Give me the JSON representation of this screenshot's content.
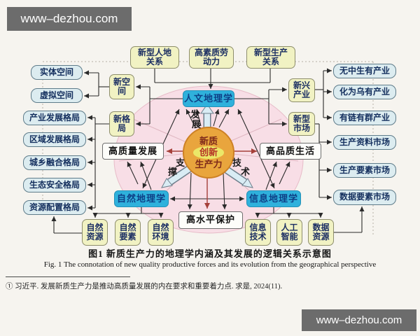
{
  "watermark": {
    "text": "www–dezhou.com"
  },
  "colors": {
    "cyan_box": "#2fb1dc",
    "yellow_box": "#f1f2c3",
    "blue_box": "#dcecf0",
    "core_circle": "#e9a53d",
    "core_inner": "#ebe768",
    "pink_field": "#f8dee6",
    "red_arrow": "#a6403a"
  },
  "diagram": {
    "top_row": [
      "新型人地\n关系",
      "高素质劳\n动力",
      "新型生产\n关系"
    ],
    "left_mid": [
      "新空\n间",
      "新格\n局"
    ],
    "right_mid": [
      "新兴\n产业",
      "新型\n市场"
    ],
    "left_column": [
      "实体空间",
      "虚拟空间",
      "产业发展格局",
      "区域发展格局",
      "城乡融合格局",
      "生态安全格局",
      "资源配置格局"
    ],
    "right_column": [
      "无中生有产业",
      "化为乌有产业",
      "有链有群产业",
      "生产资料市场",
      "生产要素市场",
      "数据要素市场"
    ],
    "geography": {
      "human": "人文地理学",
      "natural": "自然地理学",
      "information": "信息地理学"
    },
    "outcomes": {
      "development": "高质量发展",
      "life": "高品质生活",
      "protection": "高水平保护"
    },
    "core": {
      "line1": "新质",
      "line2": "创新",
      "line3": "生产力"
    },
    "edge_labels": {
      "develop": [
        "发",
        "展"
      ],
      "support": [
        "支",
        "撑"
      ],
      "technology": [
        "技",
        "术"
      ]
    },
    "natural_elements": [
      "自然\n资源",
      "自然\n要素",
      "自然\n环境"
    ],
    "info_elements": [
      "信息\n技术",
      "人工\n智能",
      "数据\n资源"
    ]
  },
  "caption": {
    "zh": "图1  新质生产力的地理学内涵及其发展的逻辑关系示意图",
    "en": "Fig. 1   The connotation of new quality productive forces and its evolution from the geographical perspective"
  },
  "footnote": {
    "text": "① 习近平. 发展新质生产力是推动高质量发展的内在要求和重要着力点. 求是, 2024(11)."
  }
}
